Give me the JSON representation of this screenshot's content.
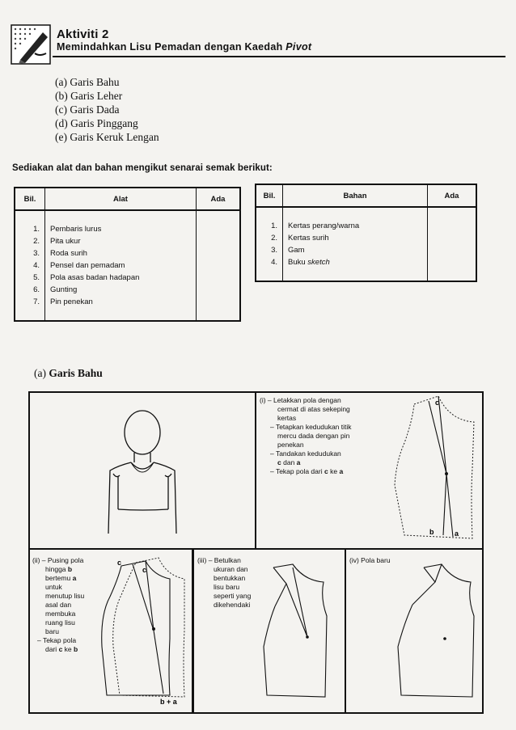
{
  "header": {
    "activity": "Aktiviti 2",
    "subtitle": "Memindahkan Lisu Pemadan dengan Kaedah",
    "subtitle_italic": "Pivot"
  },
  "objectives": [
    {
      "label": "(a)",
      "text": "Garis Bahu"
    },
    {
      "label": "(b)",
      "text": "Garis Leher"
    },
    {
      "label": "(c)",
      "text": "Garis Dada"
    },
    {
      "label": "(d)",
      "text": "Garis Pinggang"
    },
    {
      "label": "(e)",
      "text": "Garis Keruk Lengan"
    }
  ],
  "intro": "Sediakan alat dan bahan mengikut senarai semak berikut:",
  "tools_table": {
    "headers": [
      "Bil.",
      "Alat",
      "Ada"
    ],
    "rows": [
      {
        "no": "1.",
        "item": "Pembaris lurus"
      },
      {
        "no": "2.",
        "item": "Pita ukur"
      },
      {
        "no": "3.",
        "item": "Roda surih"
      },
      {
        "no": "4.",
        "item": "Pensel dan pemadam"
      },
      {
        "no": "5.",
        "item": "Pola asas badan hadapan"
      },
      {
        "no": "6.",
        "item": "Gunting"
      },
      {
        "no": "7.",
        "item": "Pin penekan"
      }
    ]
  },
  "materials_table": {
    "headers": [
      "Bil.",
      "Bahan",
      "Ada"
    ],
    "rows": [
      {
        "no": "1.",
        "item": "Kertas perang/warna"
      },
      {
        "no": "2.",
        "item": "Kertas surih"
      },
      {
        "no": "3.",
        "item": "Gam"
      },
      {
        "no": "4.",
        "item": "Buku",
        "item_italic": "sketch"
      }
    ]
  },
  "section": {
    "label": "(a)",
    "title": "Garis Bahu"
  },
  "step_i": {
    "label": "(i) –",
    "lines": [
      "Letakkan pola dengan",
      "cermat di atas sekeping",
      "kertas"
    ],
    "b2_dash": "–",
    "b2_lines": [
      "Tetapkan kedudukan titik",
      "mercu dada dengan pin",
      "penekan"
    ],
    "b3_dash": "–",
    "b3_lines": [
      "Tandakan kedudukan"
    ],
    "b3_c": "c",
    "b3_dan": "dan",
    "b3_a": "a",
    "b4_dash": "–",
    "b4_pre": "Tekap pola dari",
    "b4_c": "c",
    "b4_ke": "ke",
    "b4_a": "a"
  },
  "step_ii": {
    "label": "(ii) –",
    "l1": "Pusing pola",
    "l2_pre": "hingga",
    "l2_b": "b",
    "l3_pre": "bertemu",
    "l3_a": "a",
    "rest": [
      "untuk",
      "menutup lisu",
      "asal dan",
      "membuka",
      "ruang lisu",
      "baru"
    ],
    "dash2": "–",
    "t1": "Tekap pola",
    "t2_pre": "dari",
    "t2_c": "c",
    "t2_ke": "ke",
    "t2_b": "b"
  },
  "step_iii": {
    "label": "(iii) –",
    "lines": [
      "Betulkan",
      "ukuran dan",
      "bentukkan",
      "lisu baru",
      "seperti yang",
      "dikehendaki"
    ]
  },
  "step_iv": {
    "label": "(iv) Pola baru"
  },
  "pattern_labels": {
    "c": "c",
    "a": "a",
    "b": "b",
    "ba": "b + a"
  }
}
